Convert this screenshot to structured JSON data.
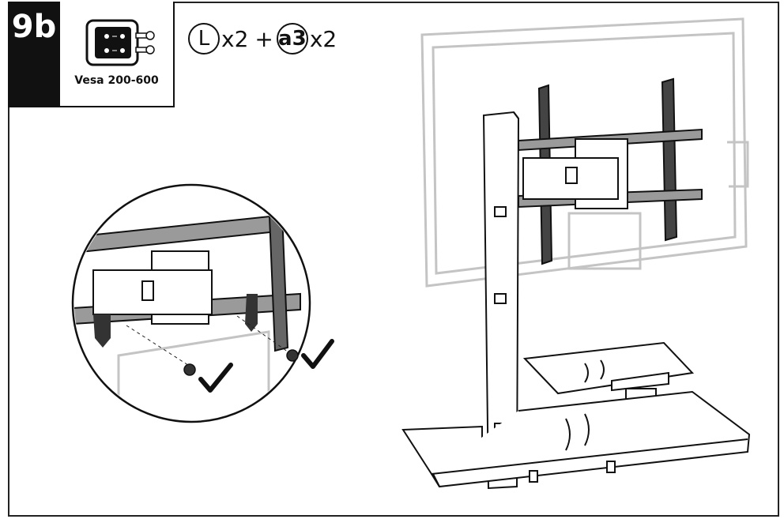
{
  "step": "9b",
  "vesa_label": "Vesa 200-600",
  "parts": [
    {
      "code": "L",
      "qty": "x2"
    },
    {
      "code": "a3",
      "qty": "x2"
    }
  ],
  "plus_sign": "+",
  "colors": {
    "line": "#222222",
    "bar": "#9a9a9a",
    "tv": "#c8c8c8",
    "check": "#111111"
  }
}
